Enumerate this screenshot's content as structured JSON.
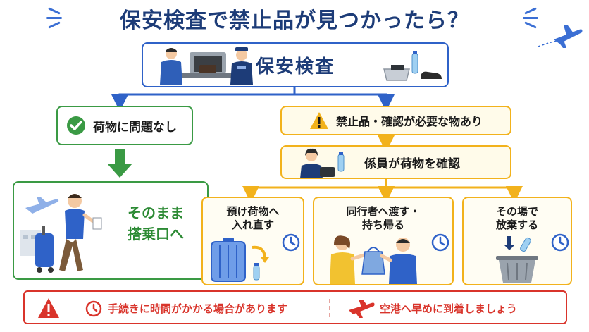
{
  "title": "保安検査で禁止品が見つかったら？",
  "security": {
    "label": "保安検査"
  },
  "ok_branch": {
    "label": "荷物に問題なし",
    "result_line1": "そのまま",
    "result_line2": "搭乗口へ"
  },
  "ng_branch": {
    "label": "禁止品・確認が必要な物あり",
    "check_label": "係員が荷物を確認"
  },
  "options": [
    {
      "line1": "預け荷物へ",
      "line2": "入れ直す"
    },
    {
      "line1": "同行者へ渡す・",
      "line2": "持ち帰る"
    },
    {
      "line1": "その場で",
      "line2": "放棄する"
    }
  ],
  "footer": {
    "left": "手続きに時間がかかる場合があります",
    "right": "空港へ早めに到着しましょう"
  },
  "colors": {
    "navy": "#1d3c78",
    "blue": "#2f62c8",
    "green": "#3a9a44",
    "yellow": "#f2b21c",
    "red": "#d9342b"
  }
}
